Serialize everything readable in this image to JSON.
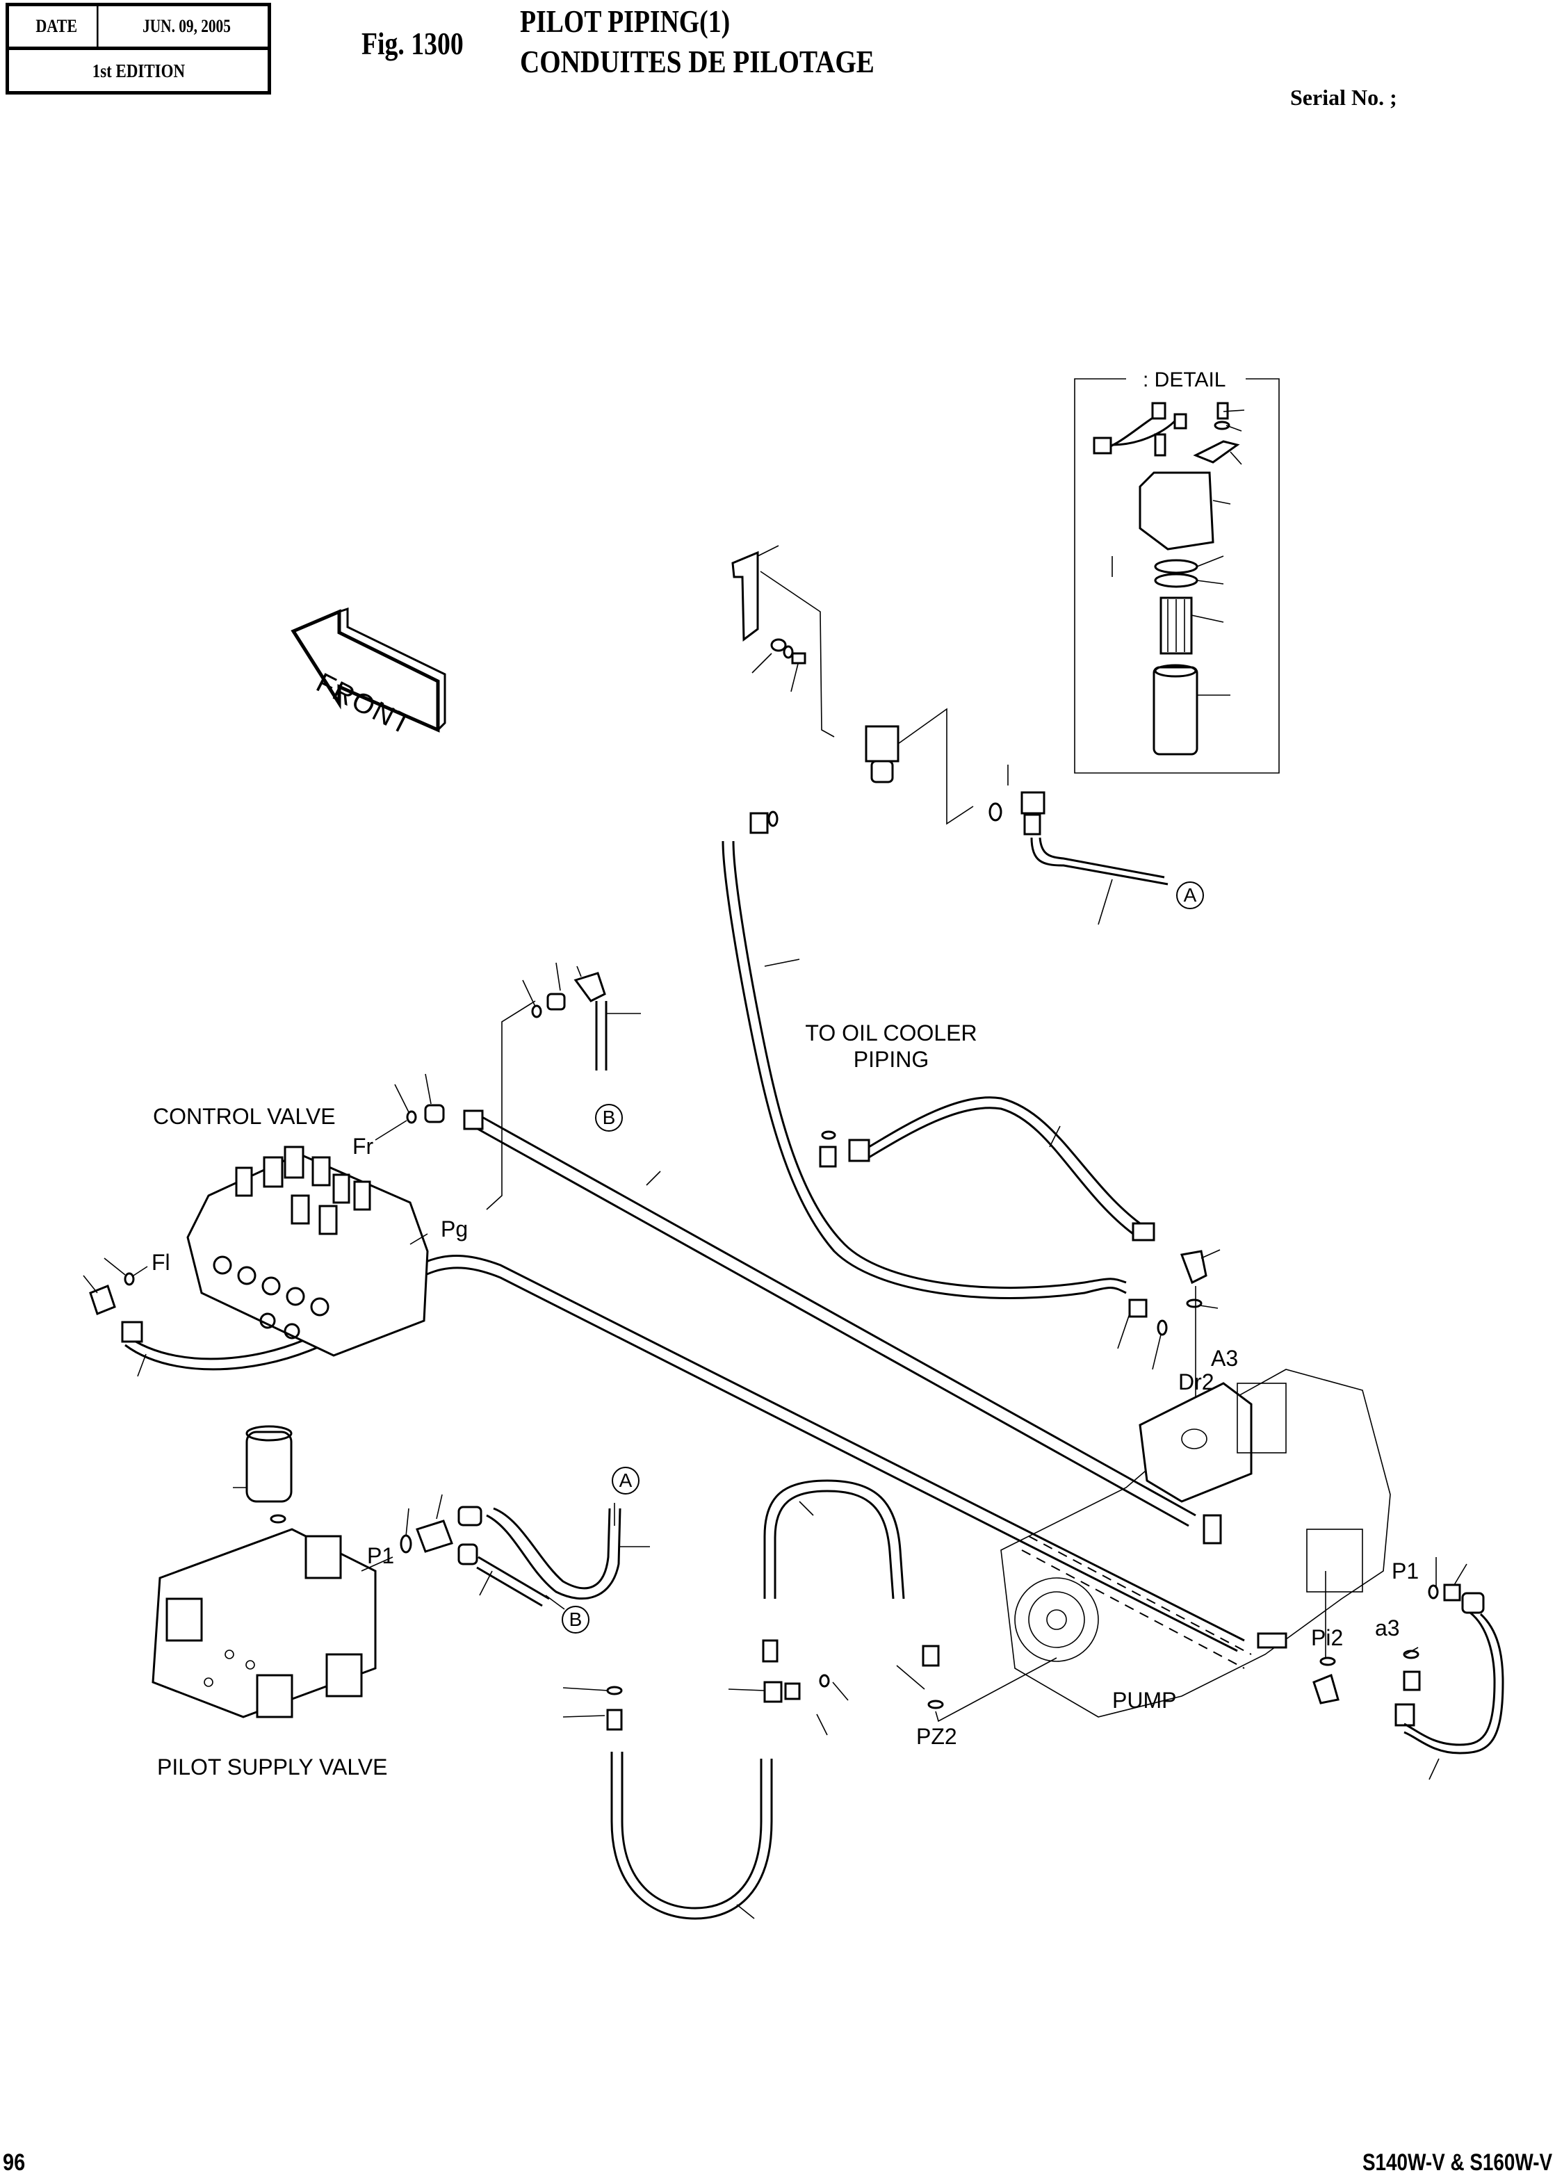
{
  "header": {
    "date_label": "DATE",
    "date_value": "JUN. 09, 2005",
    "edition": "1st EDITION",
    "fig_number": "Fig. 1300",
    "title_en": "PILOT PIPING(1)",
    "title_fr": "CONDUITES DE PILOTAGE",
    "serial_label": "Serial No. ;"
  },
  "footer": {
    "page_number": "96",
    "model": "S140W-V & S160W-V"
  },
  "diagram": {
    "front_arrow": "FRONT",
    "detail_title": ": DETAIL",
    "component_labels": {
      "control_valve": "CONTROL VALVE",
      "pilot_supply_valve": "PILOT SUPPLY VALVE",
      "pump": "PUMP",
      "oil_cooler_line1": "TO OIL COOLER",
      "oil_cooler_line2": "PIPING"
    },
    "port_labels": {
      "fr": "Fr",
      "fl": "Fl",
      "pg": "Pg",
      "p1_supply": "P1",
      "p1_pump": "P1",
      "a3_port": "A3",
      "dr2": "Dr2",
      "pi2": "Pi2",
      "a3_lower": "a3",
      "pz2": "PZ2"
    },
    "connection_refs": {
      "a_top": "A",
      "b_top": "B",
      "a_supply": "A",
      "b_supply": "B"
    }
  }
}
